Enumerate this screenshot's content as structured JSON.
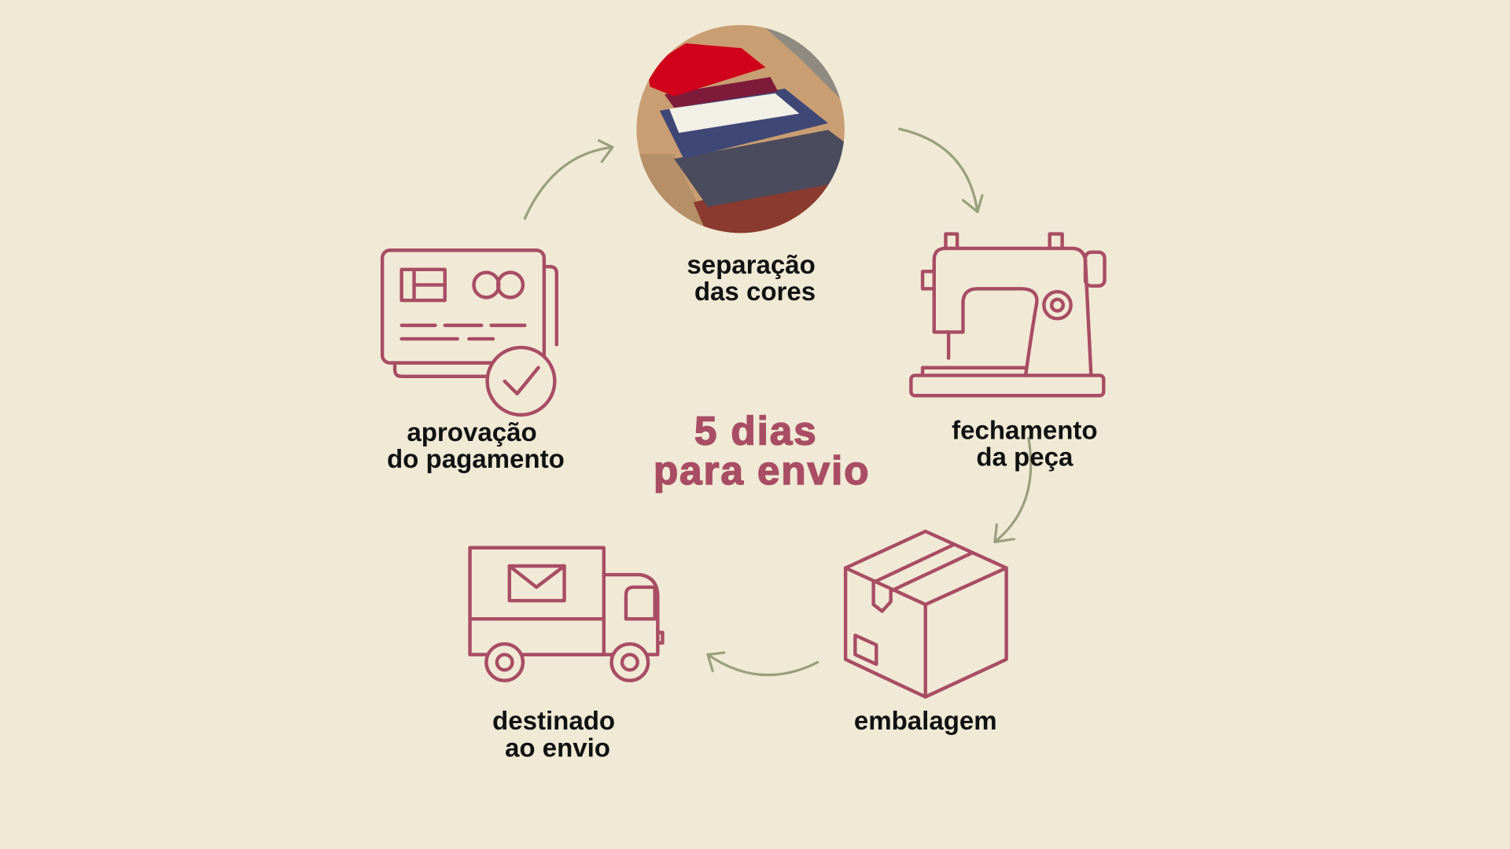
{
  "center_title": {
    "line1": "5 dias",
    "line2": "para envio"
  },
  "steps": [
    {
      "id": "color-separation",
      "line1": "separação",
      "line2": "das cores",
      "icon": "fabric-photo"
    },
    {
      "id": "piece-closing",
      "line1": "fechamento",
      "line2": "da peça",
      "icon": "sewing-machine-icon"
    },
    {
      "id": "packaging",
      "line1": "embalagem",
      "icon": "box-icon"
    },
    {
      "id": "shipping",
      "line1": "destinado",
      "line2": "ao envio",
      "icon": "truck-icon"
    },
    {
      "id": "payment-approval",
      "line1": "aprovação",
      "line2": "do pagamento",
      "icon": "credit-card-check-icon"
    }
  ],
  "colors": {
    "background": "#f0e9d6",
    "accent": "#a84d63",
    "arrow": "#9a9e7e",
    "text": "#111111"
  }
}
